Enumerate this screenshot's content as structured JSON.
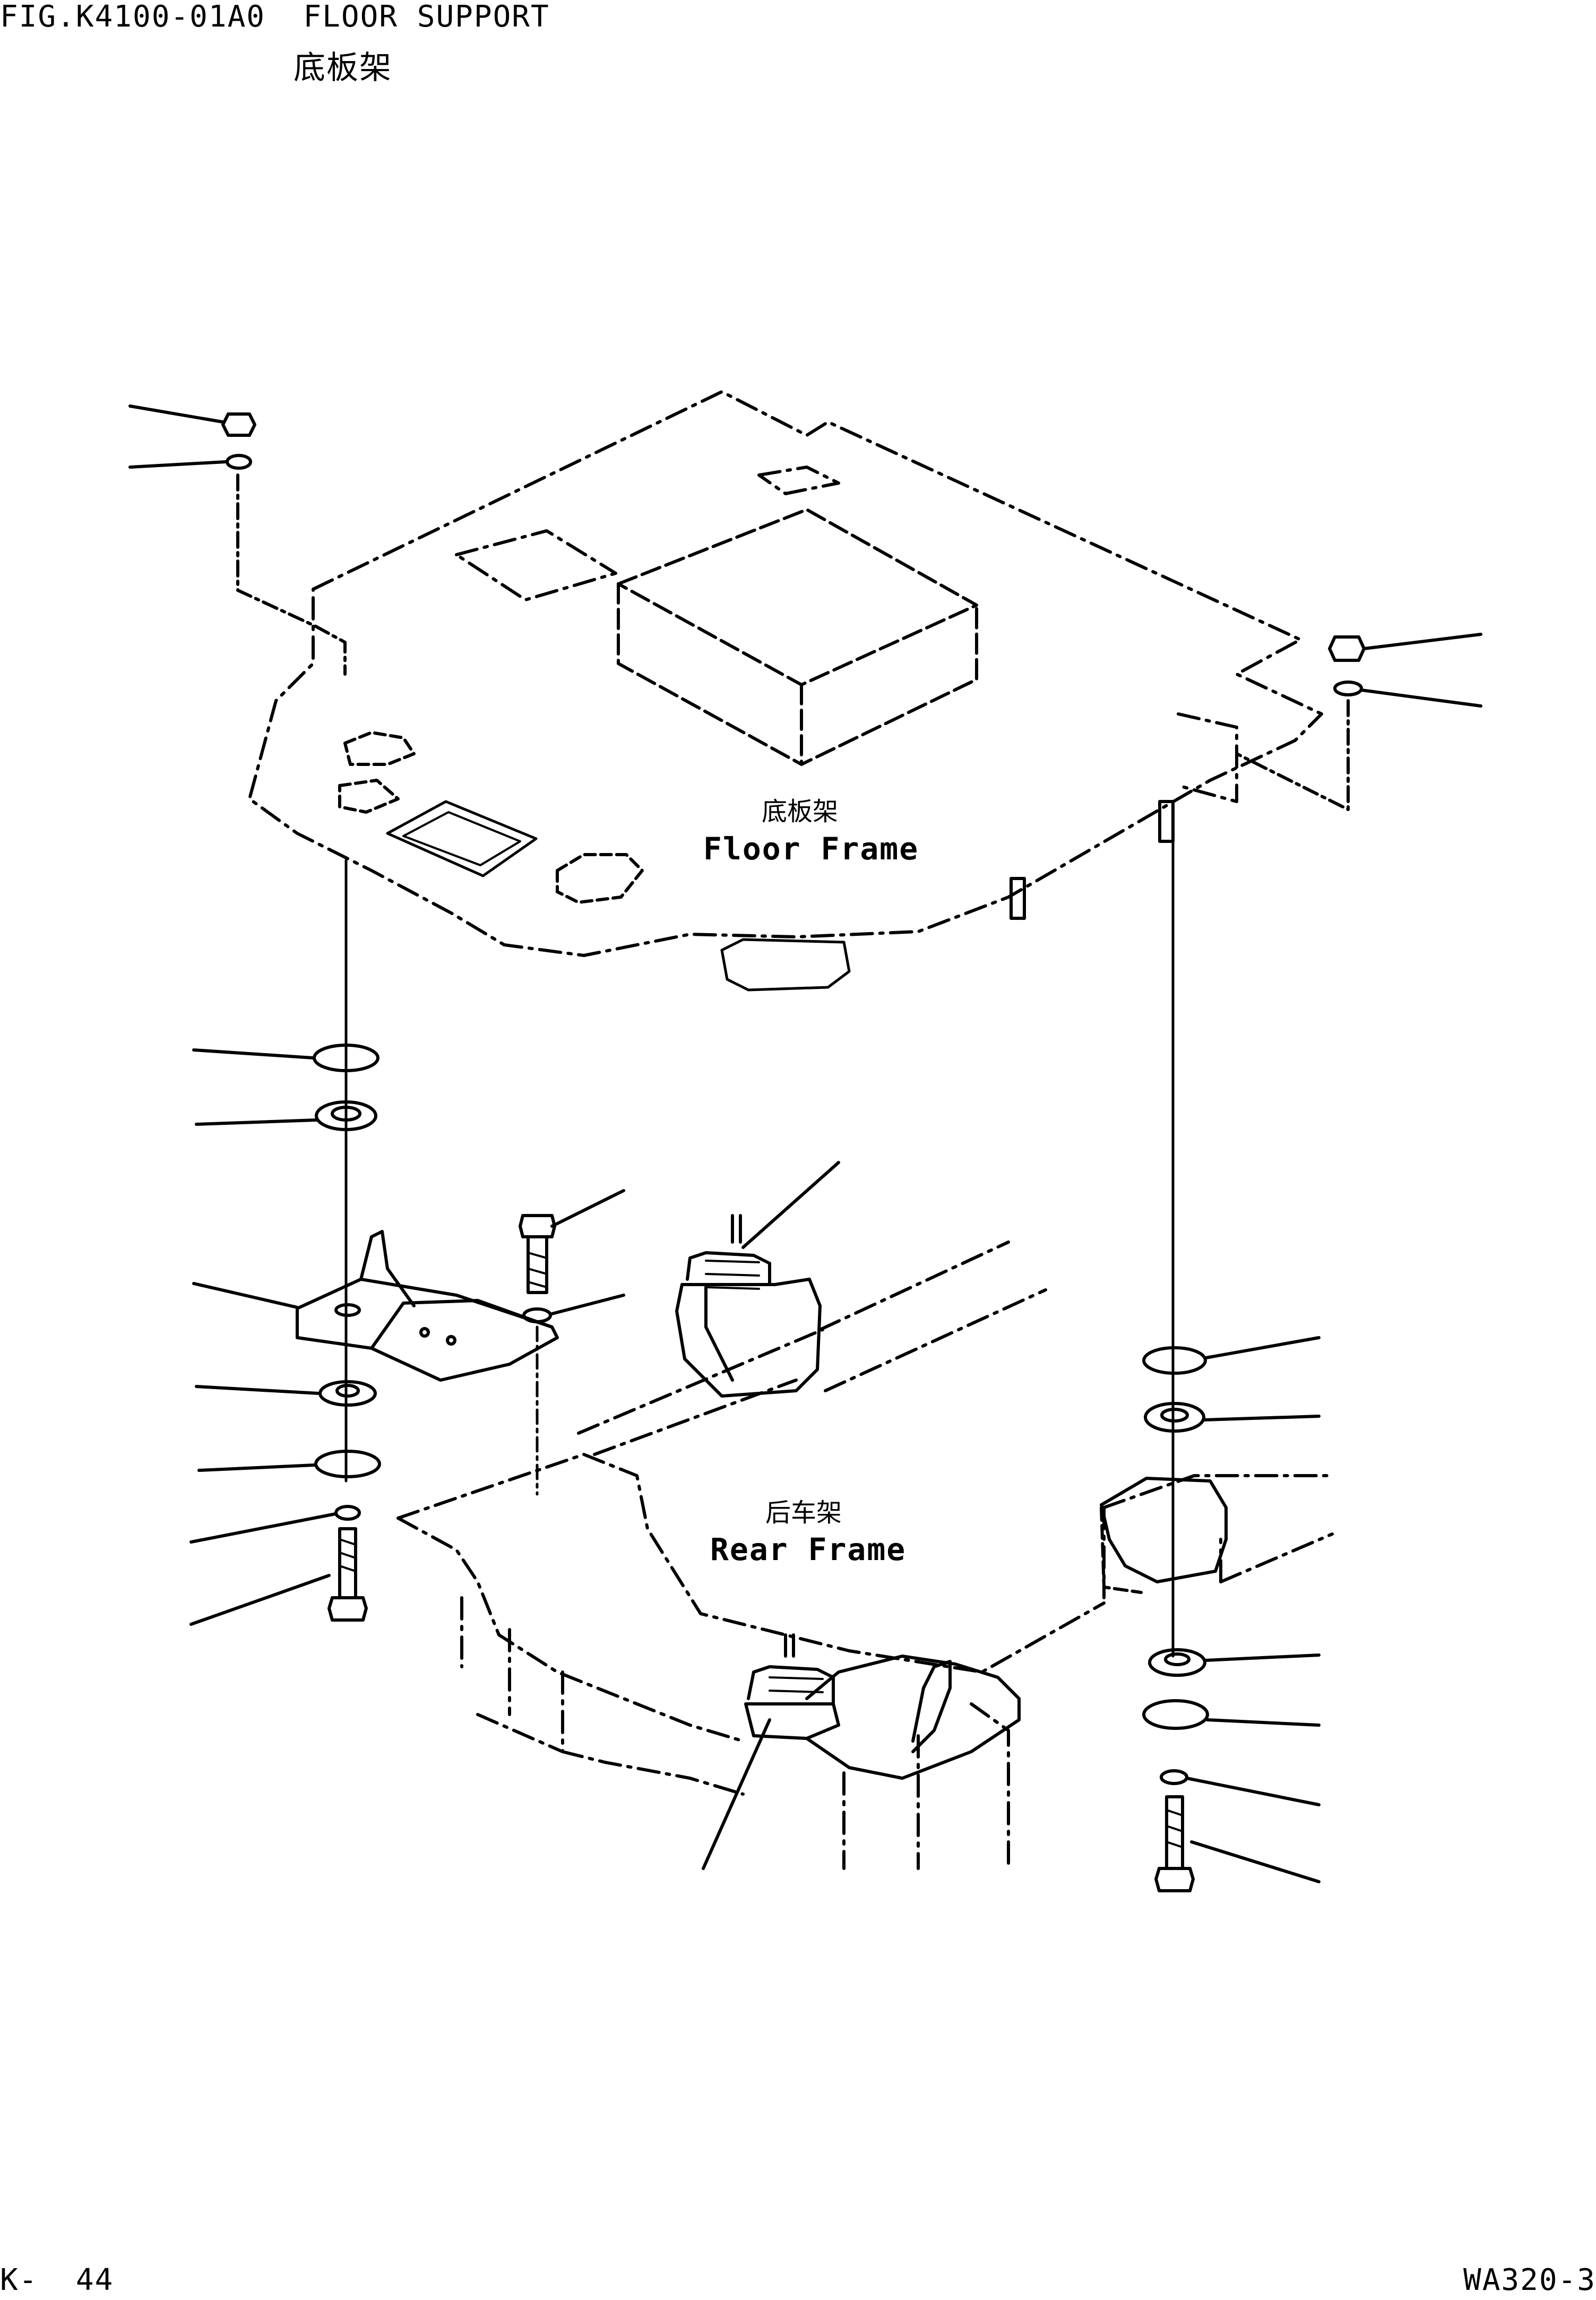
{
  "header": {
    "fig_line": "FIG.K4100-01A0  FLOOR SUPPORT",
    "subtitle": "底板架"
  },
  "labels": {
    "floor_frame_cn": "底板架",
    "floor_frame_en": "Floor Frame",
    "rear_frame_cn": "后车架",
    "rear_frame_en": "Rear Frame"
  },
  "footer": {
    "page": "K-  44",
    "model": "WA320-3"
  },
  "colors": {
    "line": "#000000",
    "background": "#ffffff"
  }
}
